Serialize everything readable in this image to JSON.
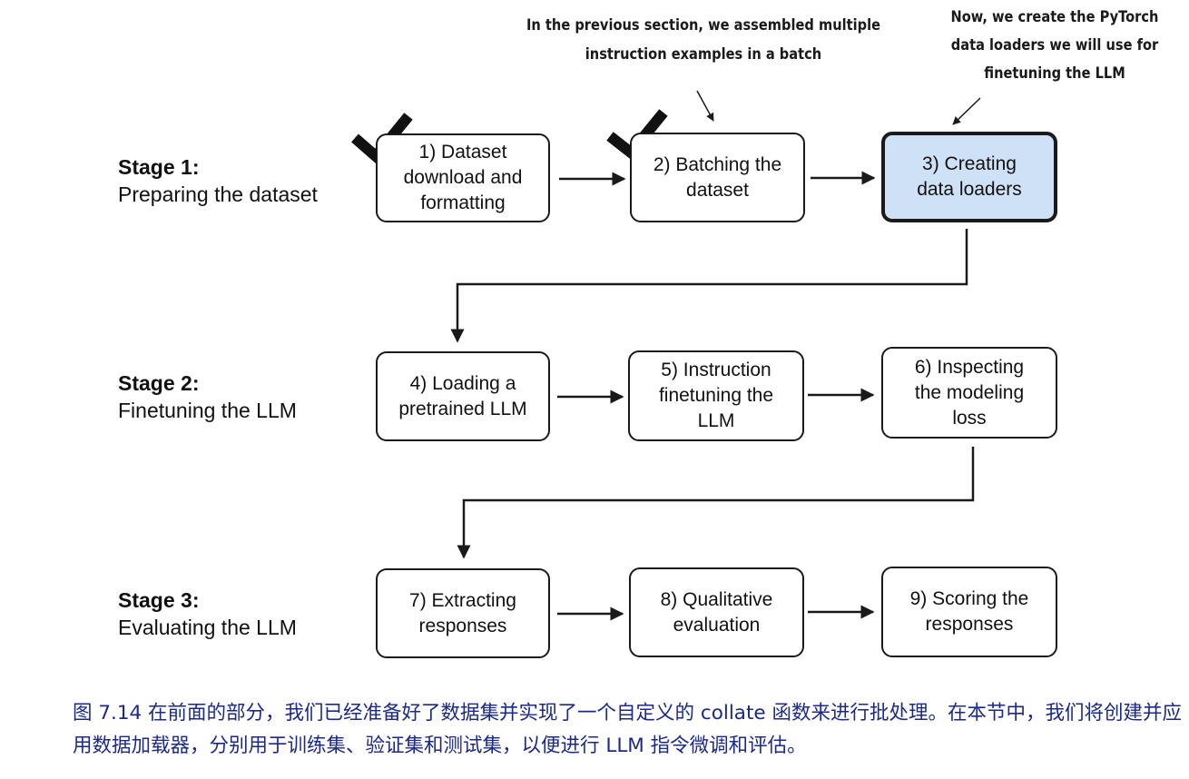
{
  "annotations": {
    "previous_section": [
      "In the previous section, we assembled multiple",
      "instruction examples in a batch"
    ],
    "now": [
      "Now, we create the PyTorch",
      "data loaders we will use for",
      "finetuning the LLM"
    ]
  },
  "stages": [
    {
      "name": "Stage 1:",
      "description": "Preparing the dataset",
      "steps": [
        {
          "label": "1) Dataset\ndownload and\nformatting",
          "completed": true
        },
        {
          "label": "2) Batching the\ndataset",
          "completed": true
        },
        {
          "label": "3) Creating\ndata loaders",
          "current": true
        }
      ]
    },
    {
      "name": "Stage 2:",
      "description": "Finetuning the LLM",
      "steps": [
        {
          "label": "4) Loading a\npretrained LLM"
        },
        {
          "label": "5) Instruction\nfinetuning the\nLLM"
        },
        {
          "label": "6) Inspecting\nthe modeling\nloss"
        }
      ]
    },
    {
      "name": "Stage 3:",
      "description": "Evaluating the LLM",
      "steps": [
        {
          "label": "7) Extracting\nresponses"
        },
        {
          "label": "8) Qualitative\nevaluation"
        },
        {
          "label": "9) Scoring the\nresponses"
        }
      ]
    }
  ],
  "colors": {
    "highlight_fill": "#cfe1f7",
    "caption_text": "#1b2a8a",
    "line": "#1a1a1a"
  },
  "caption": "图 7.14 在前面的部分，我们已经准备好了数据集并实现了一个自定义的 collate 函数来进行批处理。在本节中，我们将创建并应用数据加载器，分别用于训练集、验证集和测试集，以便进行 LLM 指令微调和评估。"
}
